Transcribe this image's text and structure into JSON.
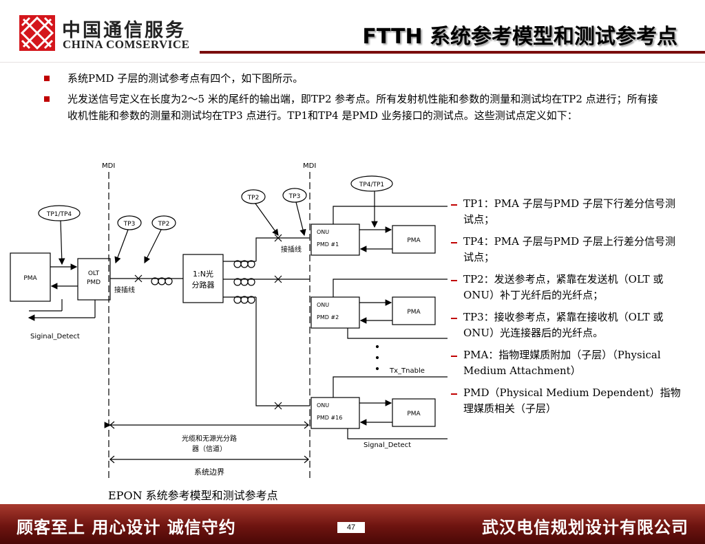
{
  "header": {
    "brand_cn": "中国通信服务",
    "brand_en": "CHINA COMSERVICE",
    "title": "FTTH 系统参考模型和测试参考点",
    "logo_icon": "china-comservice-lattice-logo",
    "accent_color": "#7a0d0d"
  },
  "bullets": [
    "系统PMD 子层的测试参考点有四个，如下图所示。",
    "光发送信号定义在长度为2～5 米的尾纤的输出端，即TP2 参考点。所有发射机性能和参数的测量和测试均在TP2 点进行；所有接收机性能和参数的测量和测试均在TP3 点进行。TP1和TP4 是PMD 业务接口的测试点。这些测试点定义如下："
  ],
  "diagram": {
    "mdi_left": "MDI",
    "mdi_right": "MDI",
    "tp1_tp4": "TP1/TP4",
    "tp3_left": "TP3",
    "tp2_left": "TP2",
    "tp2_right": "TP2",
    "tp3_right": "TP3",
    "tp4_tp1": "TP4/TP1",
    "pma_left": "PMA",
    "olt_line1": "OLT",
    "olt_line2": "PMD",
    "jumper_left": "接插线",
    "jumper_right": "接插线",
    "splitter_line1": "1:N光",
    "splitter_line2": "分路器",
    "onu1_line1": "ONU",
    "onu1_line2": "PMD #1",
    "onu2_line1": "ONU",
    "onu2_line2": "PMD #2",
    "onu16_line1": "ONU",
    "onu16_line2": "PMD #16",
    "pma_r1": "PMA",
    "pma_r2": "PMA",
    "pma_r3": "PMA",
    "signal_detect_left": "Siginal_Detect",
    "signal_detect_right": "Signal_Detect",
    "tx_enable": "Tx_Tnable",
    "odn_line1": "光缆和无源光分路",
    "odn_line2": "器（信道）",
    "boundary": "系统边界"
  },
  "caption": "EPON 系统参考模型和测试参考点",
  "definitions": [
    "TP1：PMA 子层与PMD 子层下行差分信号测试点；",
    "TP4：PMA 子层与PMD 子层上行差分信号测试点；",
    "TP2：发送参考点，紧靠在发送机（OLT 或ONU）补丁光纤后的光纤点；",
    "TP3：接收参考点，紧靠在接收机（OLT 或ONU）光连接器后的光纤点。",
    "PMA：指物理媒质附加（子层）（Physical Medium Attachment）",
    "PMD（Physical Medium Dependent）指物理媒质相关（子层）"
  ],
  "footer": {
    "slogan": "顾客至上 用心设计 诚信守约",
    "company": "武汉电信规划设计有限公司",
    "page_number": "47",
    "colors": [
      "#a83a2e",
      "#6e1410"
    ]
  }
}
